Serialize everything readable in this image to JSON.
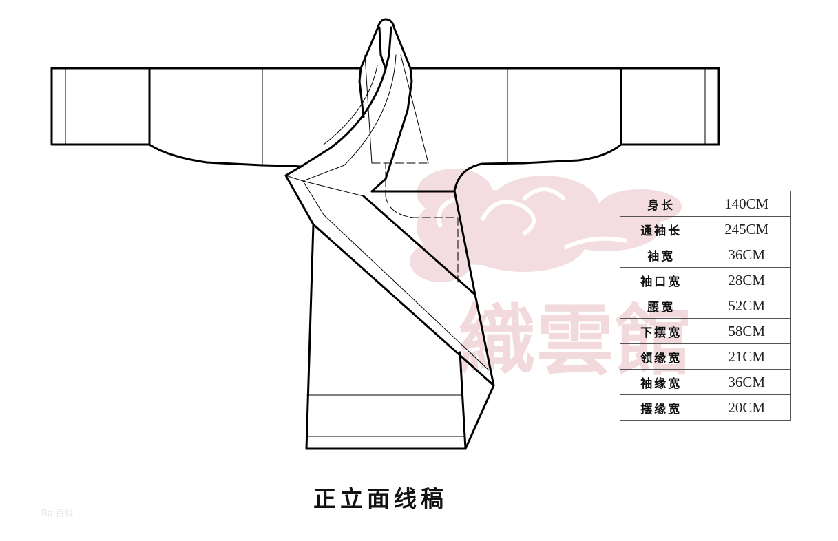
{
  "figure": {
    "title": "正立面线稿",
    "description": "Front elevation line drawing of a traditional robe with cross collar"
  },
  "watermark": {
    "text": "織雲館",
    "cloud_icon": "cloud-watermark",
    "color": "#f2d9dc"
  },
  "source_mark": {
    "text": "Bai百科"
  },
  "measurements": {
    "rows": [
      {
        "label": "身长",
        "value": "140CM"
      },
      {
        "label": "通袖长",
        "value": "245CM"
      },
      {
        "label": "袖宽",
        "value": "36CM"
      },
      {
        "label": "袖口宽",
        "value": "28CM"
      },
      {
        "label": "腰宽",
        "value": "52CM"
      },
      {
        "label": "下摆宽",
        "value": "58CM"
      },
      {
        "label": "领缘宽",
        "value": "21CM"
      },
      {
        "label": "袖缘宽",
        "value": "36CM"
      },
      {
        "label": "摆缘宽",
        "value": "20CM"
      }
    ]
  },
  "colors": {
    "line": "#000000",
    "background": "#ffffff",
    "table_border": "#555555"
  }
}
